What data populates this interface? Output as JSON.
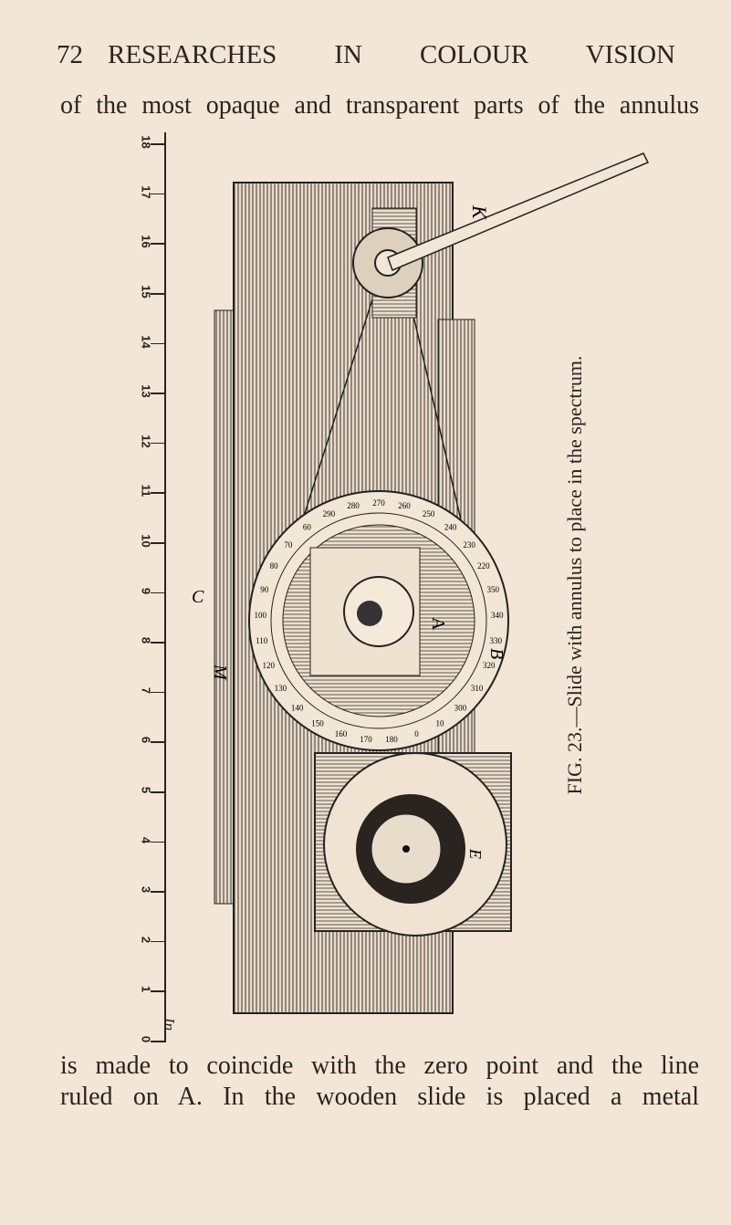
{
  "header": {
    "page_number": "72",
    "running_title": "RESEARCHES IN COLOUR VISION"
  },
  "body_text": {
    "before_figure": "of the most opaque and transparent parts of the annulus",
    "after_figure_line1": "is made to coincide with the zero point and the line",
    "after_figure_line2": "ruled on A.  In the wooden slide is placed a metal"
  },
  "figure": {
    "caption": "FIG. 23.—Slide with annulus to place in the spectrum.",
    "scale_labels": [
      "0",
      "1",
      "2",
      "3",
      "4",
      "5",
      "6",
      "7",
      "8",
      "9",
      "10",
      "11",
      "12",
      "13",
      "14",
      "15",
      "16",
      "17",
      "18"
    ],
    "scale_unit": "In",
    "part_labels": {
      "k": "K",
      "c": "C",
      "m": "M",
      "a": "A",
      "b": "B",
      "e": "E"
    },
    "dial_labels": [
      "290",
      "280",
      "270",
      "260",
      "250",
      "240",
      "230",
      "220",
      "350",
      "340",
      "330",
      "320",
      "310",
      "300",
      "10",
      "0",
      "180",
      "170",
      "160",
      "150",
      "140",
      "130",
      "120",
      "110",
      "100",
      "90",
      "80",
      "70",
      "60"
    ]
  }
}
